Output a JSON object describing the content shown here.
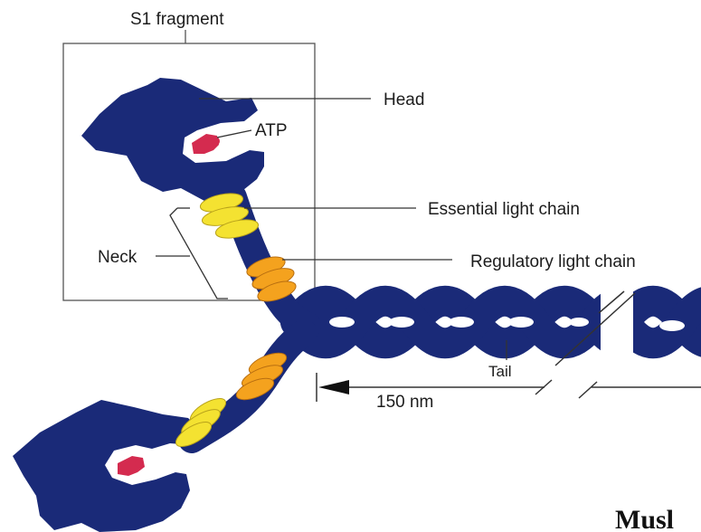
{
  "labels": {
    "s1_fragment": "S1 fragment",
    "head": "Head",
    "atp": "ATP",
    "essential_light_chain": "Essential light chain",
    "neck": "Neck",
    "regulatory_light_chain": "Regulatory light chain",
    "tail": "Tail",
    "length": "150 nm",
    "caption_partial": "Musl"
  },
  "colors": {
    "myosin_body": "#1a2a78",
    "atp": "#d42b4f",
    "essential_light_chain": "#f4e231",
    "regulatory_light_chain": "#f4a21e",
    "line": "#333333",
    "box": "#555555"
  },
  "icons": {
    "arrowhead": "left-pointing-triangle"
  }
}
